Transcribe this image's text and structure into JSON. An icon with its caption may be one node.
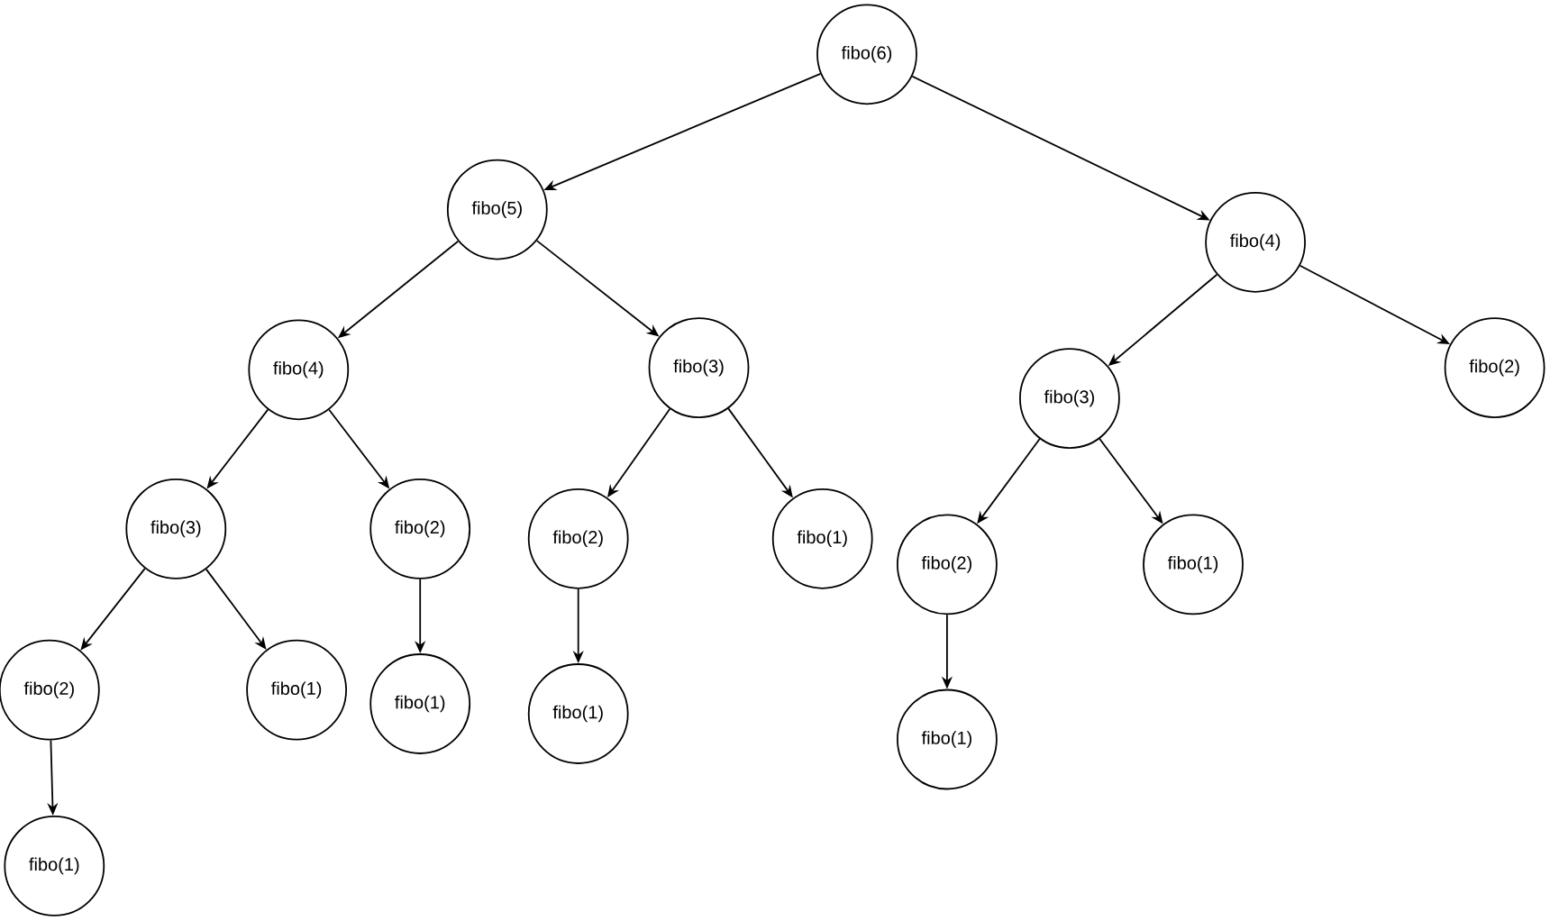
{
  "diagram": {
    "nodes": [
      {
        "text": [
          "fibo(6)"
        ]
      },
      {
        "text": [
          "fibo(5)"
        ]
      },
      {
        "text": [
          "fibo(4)"
        ]
      },
      {
        "text": [
          "fibo(4)"
        ]
      },
      {
        "text": [
          "fibo(3)"
        ]
      },
      {
        "text": [
          "fibo(3)"
        ]
      },
      {
        "text": [
          "fibo(2)"
        ]
      },
      {
        "text": [
          "fibo(3)"
        ]
      },
      {
        "text": [
          "fibo(2)"
        ]
      },
      {
        "text": [
          "fibo(2)"
        ]
      },
      {
        "text": [
          "fibo(1)"
        ]
      },
      {
        "text": [
          "fibo(2)"
        ]
      },
      {
        "text": [
          "fibo(1)"
        ]
      },
      {
        "text": [
          "fibo(2)"
        ]
      },
      {
        "text": [
          "fibo(1)"
        ]
      },
      {
        "text": [
          "fibo(1)"
        ]
      },
      {
        "text": [
          "fibo(1)"
        ]
      },
      {
        "text": [
          "fibo(1)"
        ]
      },
      {
        "text": [
          "fibo(1)"
        ]
      }
    ],
    "edges": [
      {
        "from": 0,
        "to": 1,
        "arrow": "to"
      },
      {
        "from": 0,
        "to": 2,
        "arrow": "to"
      },
      {
        "from": 1,
        "to": 3,
        "arrow": "to"
      },
      {
        "from": 1,
        "to": 4,
        "arrow": "to"
      },
      {
        "from": 2,
        "to": 5,
        "arrow": "to"
      },
      {
        "from": 2,
        "to": 6,
        "arrow": "to"
      },
      {
        "from": 3,
        "to": 7,
        "arrow": "to"
      },
      {
        "from": 3,
        "to": 8,
        "arrow": "to"
      },
      {
        "from": 4,
        "to": 9,
        "arrow": "to"
      },
      {
        "from": 4,
        "to": 10,
        "arrow": "to"
      },
      {
        "from": 5,
        "to": 11,
        "arrow": "to"
      },
      {
        "from": 5,
        "to": 12,
        "arrow": "to"
      },
      {
        "from": 7,
        "to": 13,
        "arrow": "to"
      },
      {
        "from": 7,
        "to": 14,
        "arrow": "to"
      },
      {
        "from": 8,
        "to": 15,
        "arrow": "to"
      },
      {
        "from": 9,
        "to": 16,
        "arrow": "to"
      },
      {
        "from": 11,
        "to": 17,
        "arrow": "to"
      },
      {
        "from": 13,
        "to": 18,
        "arrow": "to"
      }
    ]
  }
}
